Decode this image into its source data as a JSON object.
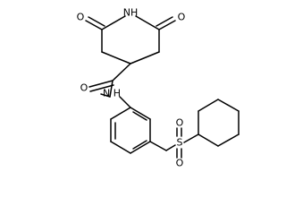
{
  "structure": {
    "atoms": {
      "ring_nh": "NH",
      "ring_o_left": "O",
      "ring_o_right": "O",
      "amide_o": "O",
      "amide_nh": "N H",
      "sulfur": "S",
      "sulfonyl_o_top": "O",
      "sulfonyl_o_bottom": "O"
    }
  }
}
